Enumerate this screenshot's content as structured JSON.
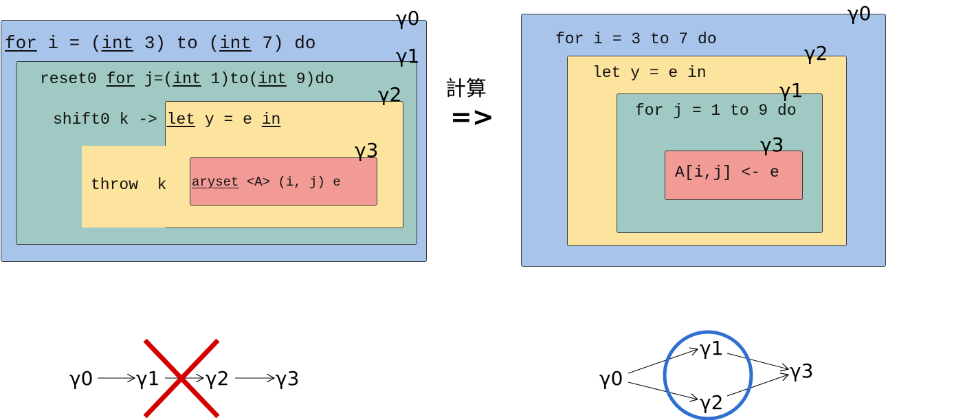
{
  "left_diagram": {
    "g0": "γ0",
    "g1": "γ1",
    "g2": "γ2",
    "g3": "γ3",
    "line1": {
      "kw_for": "for",
      "t1": " i = (",
      "kw_int1": "int",
      "t2": " 3) to (",
      "kw_int2": "int",
      "t3": " 7) do"
    },
    "line2": {
      "t1": "reset0 ",
      "kw_for": "for",
      "t2": " j=(",
      "kw_int1": "int",
      "t3": " 1)to(",
      "kw_int2": "int",
      "t4": " 9)do"
    },
    "line3": {
      "t1": "shift0 k -> ",
      "kw_let": "let",
      "t2": " y = e ",
      "kw_in": "in"
    },
    "throw": "throw  k",
    "aryset": {
      "kw": "aryset",
      "rest": " <A> (i, j) e"
    }
  },
  "arrow": {
    "label": "計算",
    "symbol": "=>"
  },
  "right_diagram": {
    "g0": "γ0",
    "g1": "γ1",
    "g2": "γ2",
    "g3": "γ3",
    "line1": "for i = 3 to 7 do",
    "line2": "let y = e in",
    "line3": "for j = 1 to 9 do",
    "line4": "A[i,j] <- e"
  },
  "left_chain": {
    "n0": "γ0",
    "n1": "γ1",
    "n2": "γ2",
    "n3": "γ3"
  },
  "right_graph": {
    "n0": "γ0",
    "n1": "γ1",
    "n2": "γ2",
    "n3": "γ3"
  },
  "colors": {
    "blue": "#a9c4ea",
    "green": "#9fc9c2",
    "yellow": "#fde49e",
    "red": "#f29b96",
    "cross": "#d40000",
    "circle": "#2f6fd0"
  }
}
